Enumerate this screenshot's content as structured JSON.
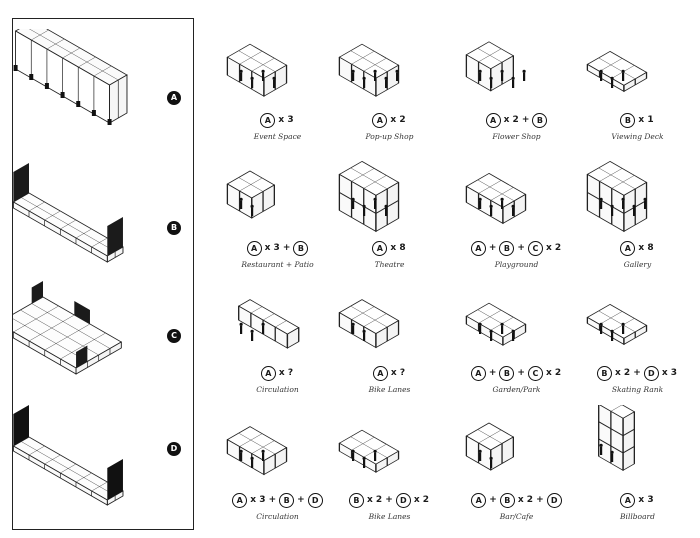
{
  "modules": [
    {
      "letter": "A"
    },
    {
      "letter": "B"
    },
    {
      "letter": "C"
    },
    {
      "letter": "D"
    }
  ],
  "configurations": [
    {
      "formula": [
        "A",
        "x 3"
      ],
      "caption": "Event Space"
    },
    {
      "formula": [
        "A",
        "x 2"
      ],
      "caption": "Pop-up Shop"
    },
    {
      "formula": [
        "A",
        "x 2 +",
        "B"
      ],
      "caption": "Flower Shop"
    },
    {
      "formula": [
        "B",
        "x 1"
      ],
      "caption": "Viewing Deck"
    },
    {
      "formula": [
        "A",
        "x 3 +",
        "B"
      ],
      "caption": "Restaurant + Patio"
    },
    {
      "formula": [
        "A",
        "x 8"
      ],
      "caption": "Theatre"
    },
    {
      "formula": [
        "A",
        "+",
        "B",
        "+",
        "C",
        "x 2"
      ],
      "caption": "Playground"
    },
    {
      "formula": [
        "A",
        "x 8"
      ],
      "caption": "Gallery"
    },
    {
      "formula": [
        "A",
        "x ?"
      ],
      "caption": "Circulation"
    },
    {
      "formula": [
        "A",
        "x ?"
      ],
      "caption": "Bike Lanes"
    },
    {
      "formula": [
        "A",
        "+",
        "B",
        "+",
        "C",
        "x 2"
      ],
      "caption": "Garden/Park"
    },
    {
      "formula": [
        "B",
        "x 2 +",
        "D",
        "x 3"
      ],
      "caption": "Skating Rank"
    },
    {
      "formula": [
        "A",
        "x 3 +",
        "B",
        "+",
        "D"
      ],
      "caption": "Circulation"
    },
    {
      "formula": [
        "B",
        "x 2 +",
        "D",
        "x 2"
      ],
      "caption": "Bike Lanes"
    },
    {
      "formula": [
        "A",
        "+",
        "B",
        "x 2 +",
        "D"
      ],
      "caption": "Bar/Cafe"
    },
    {
      "formula": [
        "A",
        "x 3"
      ],
      "caption": "Billboard"
    }
  ]
}
